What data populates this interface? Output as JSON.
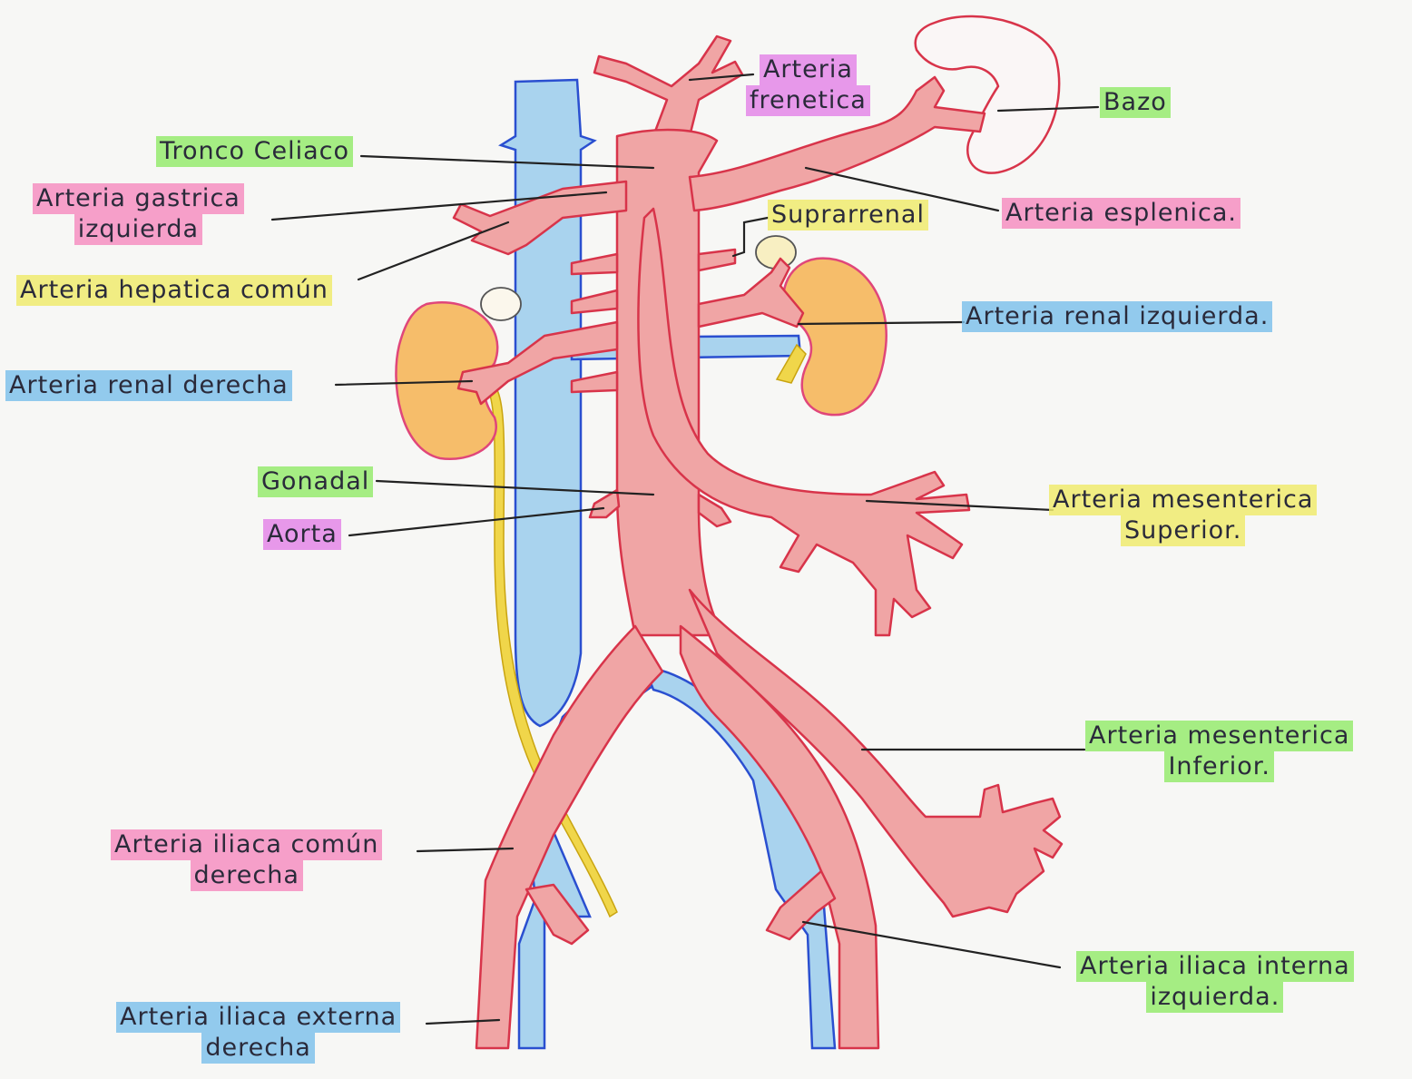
{
  "colors": {
    "artery": "#f0a5a5",
    "artery_outline": "#d8344a",
    "vein": "#a9d3ee",
    "vein_outline": "#2a4fd0",
    "ureter": "#f0d64a",
    "kidney": "#f6bd6a",
    "kidney_outline": "#e0467a",
    "highlight_green": "#96eb6e",
    "highlight_pink": "#f582b9",
    "highlight_yellow": "#f0eb6e",
    "highlight_blue": "#78bee9",
    "highlight_magenta": "#e178e6"
  },
  "labels": {
    "arteria_frenetica": [
      "Arteria",
      "frenetica"
    ],
    "bazo": "Bazo",
    "tronco_celiaco": "Tronco Celiaco",
    "arteria_gastrica_izquierda": [
      "Arteria gastrica",
      "izquierda"
    ],
    "suprarrenal": "Suprarrenal",
    "arteria_esplenica": "Arteria esplenica.",
    "arteria_hepatica_comun": "Arteria hepatica común",
    "arteria_renal_izquierda": "Arteria renal izquierda.",
    "arteria_renal_derecha": "Arteria renal derecha",
    "gonadal": "Gonadal",
    "aorta": "Aorta",
    "arteria_mesenterica_superior": [
      "Arteria mesenterica",
      "Superior."
    ],
    "arteria_mesenterica_inferior": [
      "Arteria mesenterica",
      "Inferior."
    ],
    "arteria_iliaca_comun_derecha": [
      "Arteria iliaca común",
      "derecha"
    ],
    "arteria_iliaca_interna_izquierda": [
      "Arteria iliaca interna",
      "izquierda."
    ],
    "arteria_iliaca_externa_derecha": [
      "Arteria iliaca externa",
      "derecha"
    ]
  }
}
